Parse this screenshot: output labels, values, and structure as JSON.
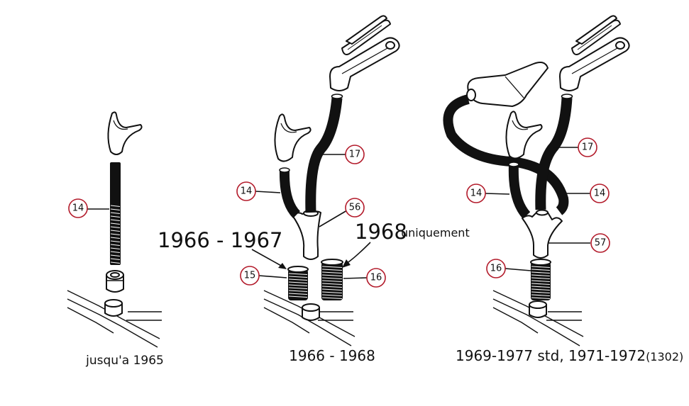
{
  "panels": [
    {
      "caption": "jusqu'a 1965"
    },
    {
      "caption": "1966 - 1968"
    },
    {
      "caption_main": "1969-1977 std, 1971-1972",
      "caption_suffix": "(1302)"
    }
  ],
  "annotations": {
    "year_a": "1966 - 1967",
    "year_b": "1968",
    "year_b_note": "uniquement"
  },
  "callouts": {
    "p1_14": "14",
    "p2_17": "17",
    "p2_14": "14",
    "p2_56": "56",
    "p2_15": "15",
    "p2_16": "16",
    "p3_17": "17",
    "p3_14a": "14",
    "p3_14b": "14",
    "p3_57": "57",
    "p3_16": "16"
  },
  "colors": {
    "callout_ring": "#b31b2b",
    "ink": "#111111"
  }
}
